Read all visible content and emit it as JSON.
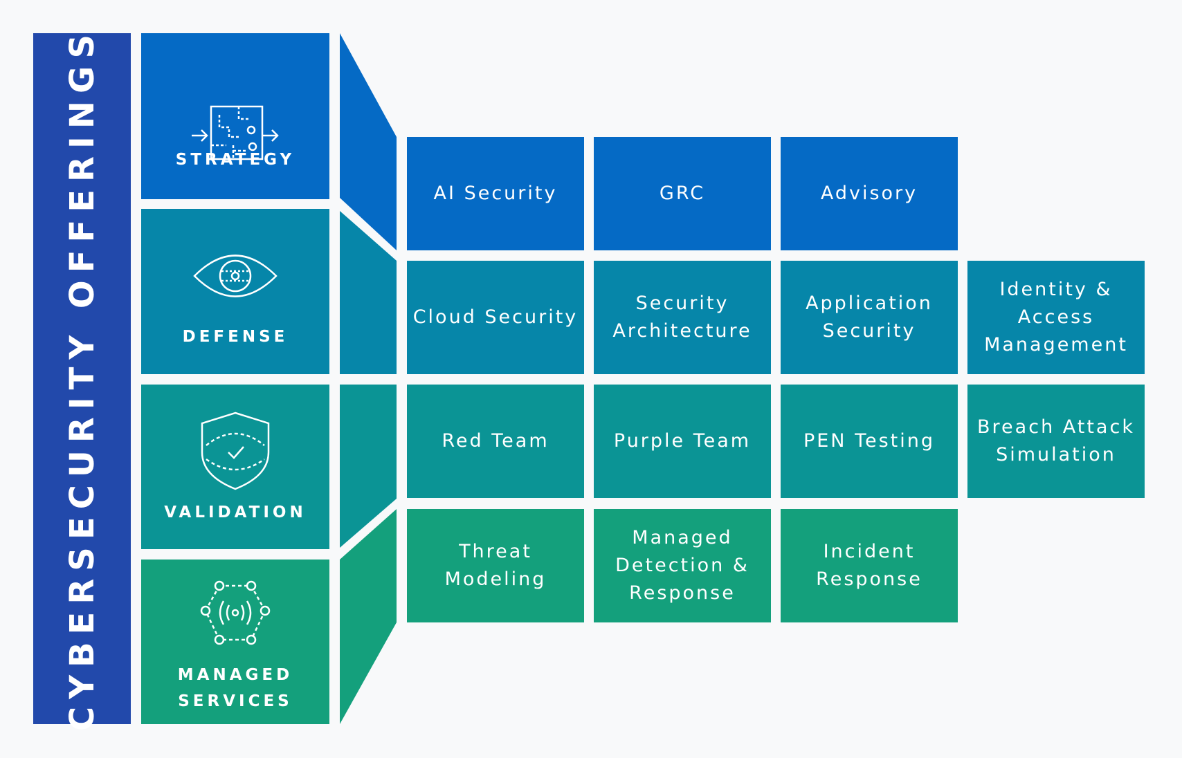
{
  "title": "CYBERSECURITY OFFERINGS",
  "categories": [
    {
      "label": "STRATEGY",
      "icon": "maze-strategy-icon",
      "color": "#056ac5"
    },
    {
      "label": "DEFENSE",
      "icon": "eye-icon",
      "color": "#0686a9"
    },
    {
      "label": "VALIDATION",
      "icon": "shield-check-icon",
      "color": "#0b9495"
    },
    {
      "label_line1": "MANAGED",
      "label_line2": "SERVICES",
      "icon": "network-signal-icon",
      "color": "#14a07c"
    }
  ],
  "rows": [
    [
      "AI Security",
      "GRC",
      "Advisory"
    ],
    [
      "Cloud Security",
      "Security Architecture",
      "Application Security",
      "Identity & Access Management"
    ],
    [
      "Red Team",
      "Purple Team",
      "PEN Testing",
      "Breach Attack Simulation"
    ],
    [
      "Threat Modeling",
      "Managed Detection & Response",
      "Incident Response"
    ]
  ]
}
